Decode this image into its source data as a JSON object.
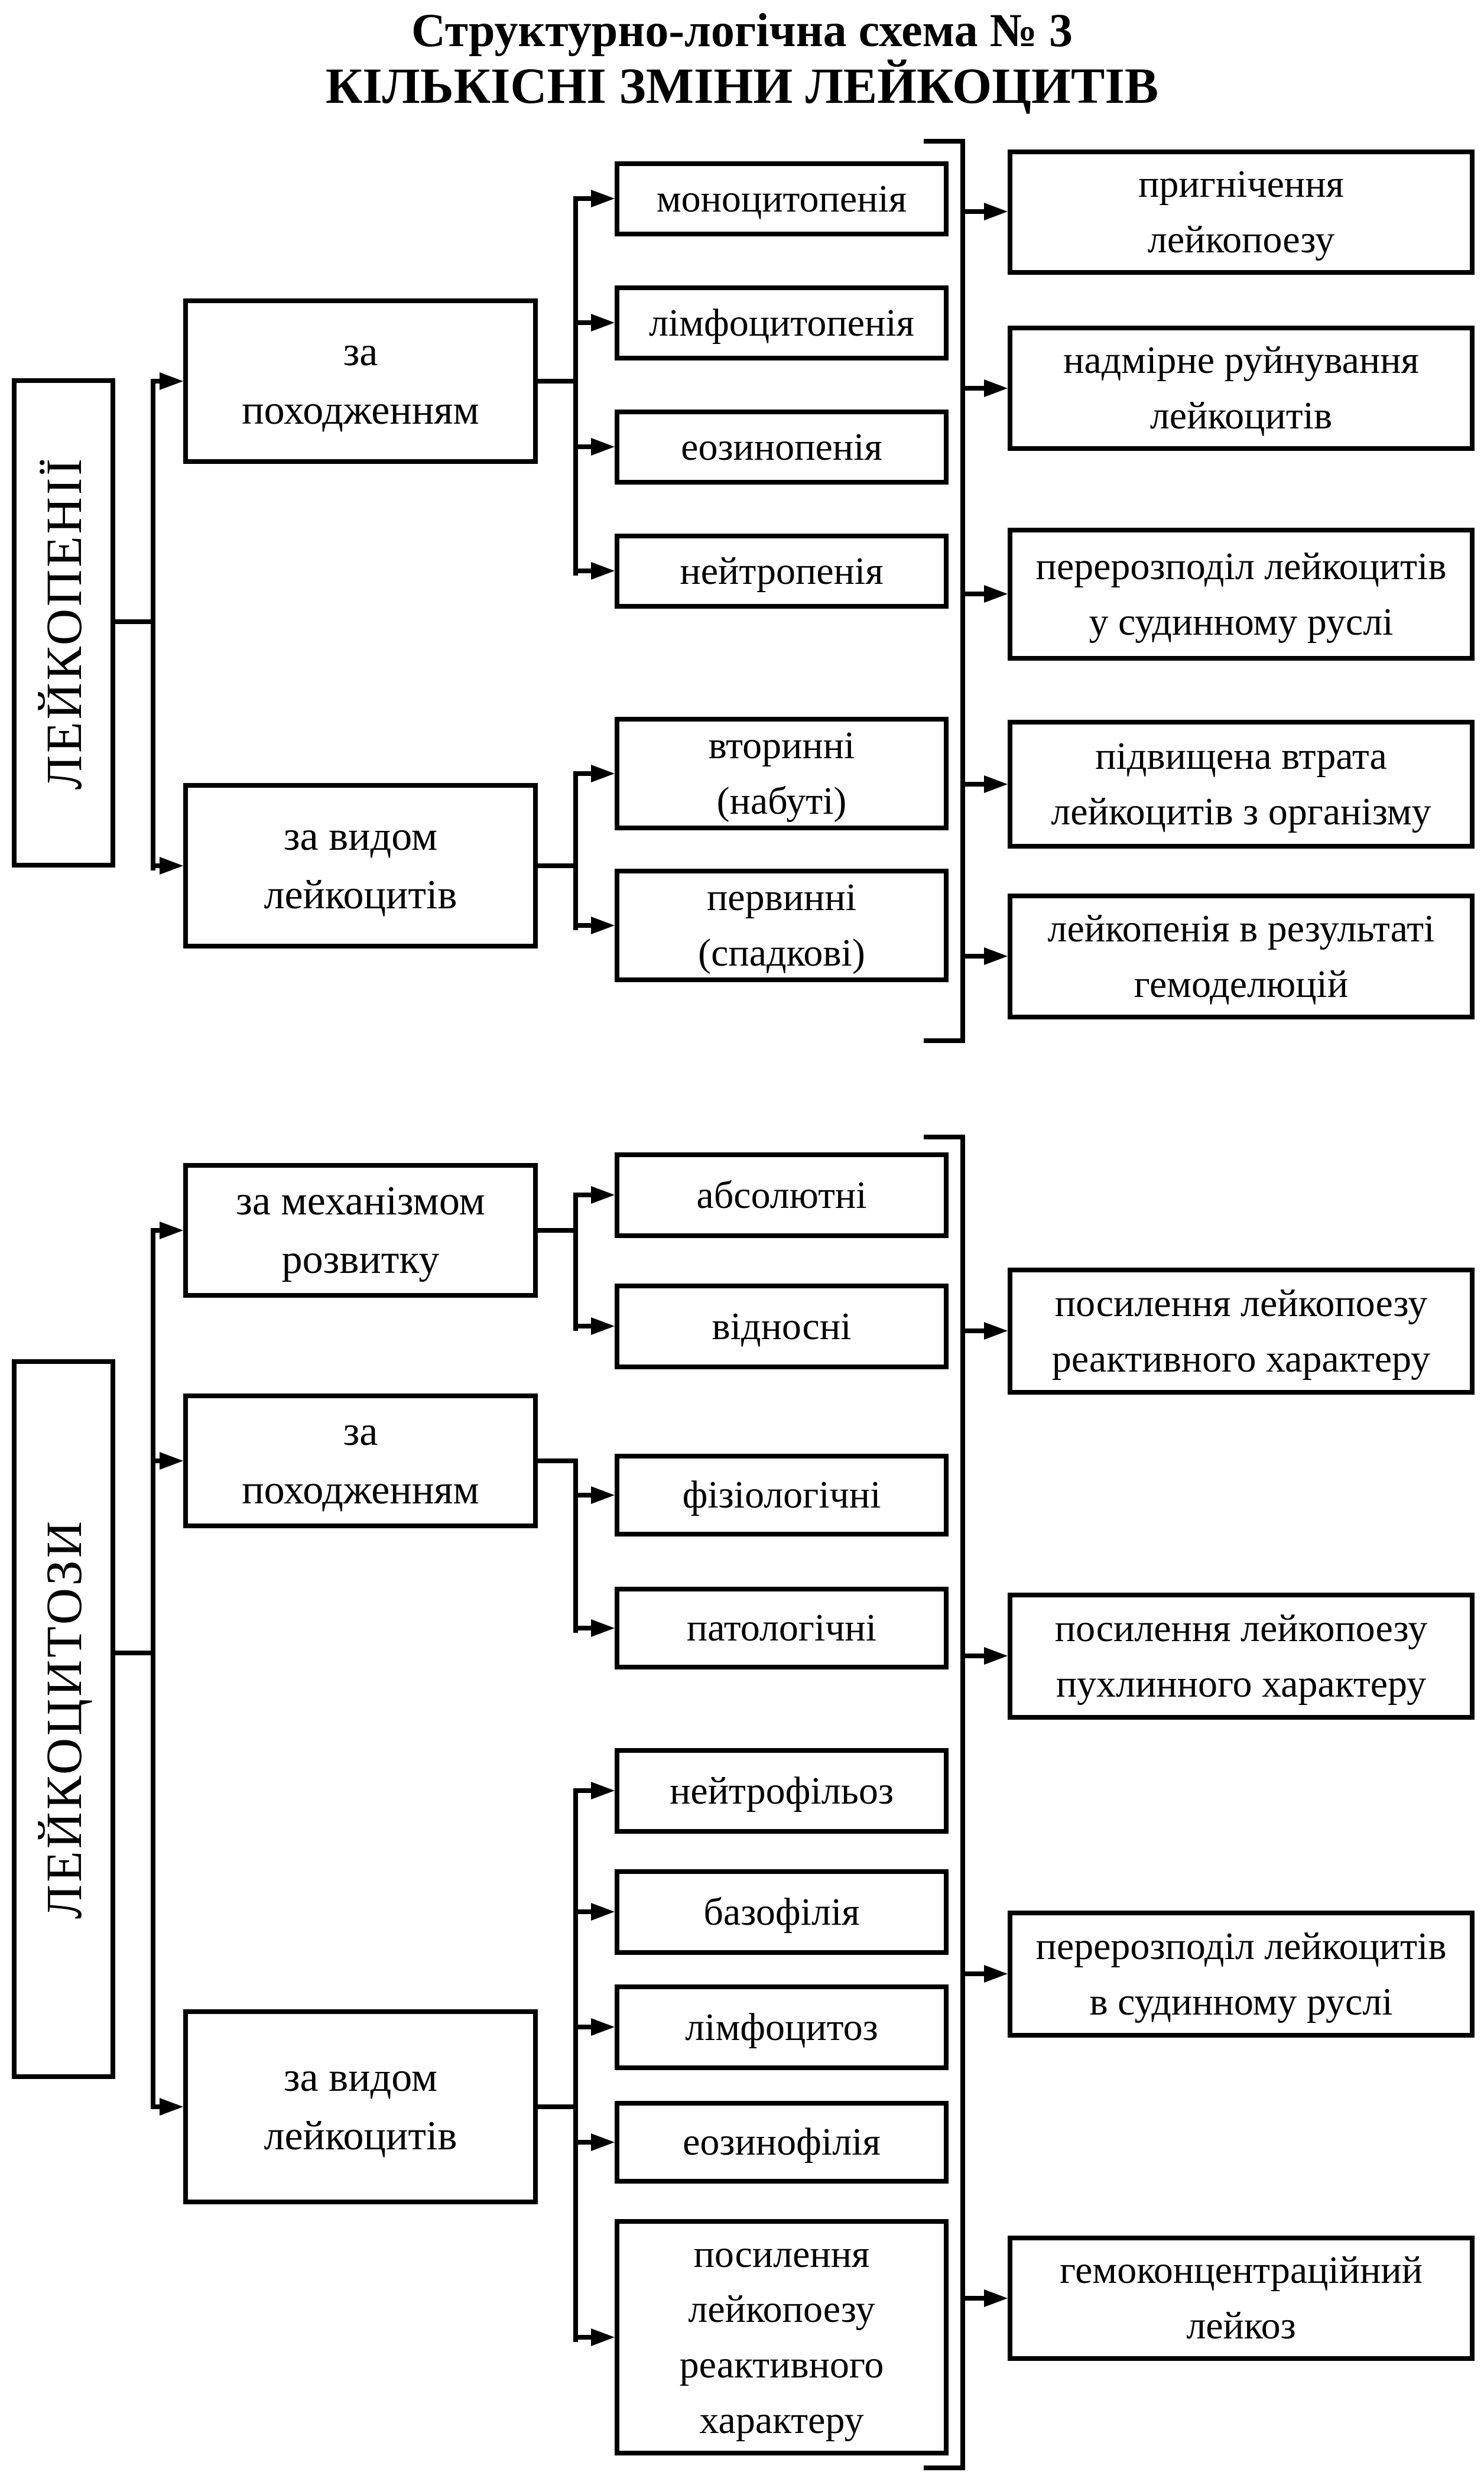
{
  "colors": {
    "background": "#ffffff",
    "foreground": "#000000"
  },
  "title": {
    "line1": "Структурно-логічна схема № 3",
    "line2": "КІЛЬКІСНІ ЗМІНИ ЛЕЙКОЦИТІВ"
  },
  "leukopenii_section": {
    "root_label": "ЛЕЙКОПЕНІЇ",
    "category_origin": "за\nпоходженням",
    "category_kind": "за видом\nлейкоцитів",
    "origin_types": {
      "monocytopenia": "моноцитопенія",
      "lymphocytopenia": "лімфоцитопенія",
      "eosinopenia": "еозинопенія",
      "neutropenia": "нейтропенія"
    },
    "kind_types": {
      "secondary": "вторинні\n(набуті)",
      "primary": "первинні\n(спадкові)"
    },
    "mechanisms": {
      "suppression": "пригнічення\nлейкопоезу",
      "destruction": "надмірне руйнування\nлейкоцитів",
      "redistribution": "перерозподіл лейкоцитів\nу судинному руслі",
      "loss": "підвищена втрата\nлейкоцитів з організму",
      "hemodilution": "лейкопенія в результаті\nгемоделюцій"
    }
  },
  "leukocytozy_section": {
    "root_label": "ЛЕЙКОЦИТОЗИ",
    "category_mechanism": "за механізмом\nрозвитку",
    "category_origin": "за\nпоходженням",
    "category_kind": "за видом\nлейкоцитів",
    "mechanism_types": {
      "absolute": "абсолютні",
      "relative": "відносні"
    },
    "origin_types": {
      "physiological": "фізіологічні",
      "pathological": "патологічні"
    },
    "kind_types": {
      "neutrophilia": "нейтрофільоз",
      "basophilia": "базофілія",
      "lymphocytosis": "лімфоцитоз",
      "eosinophilia": "еозинофілія",
      "reactive_leukopoiesis": "посилення\nлейкопоезу\nреактивного\nхарактеру"
    },
    "mechanisms": {
      "reactive": "посилення лейкопоезу\nреактивного характеру",
      "tumor": "посилення лейкопоезу\nпухлинного характеру",
      "redistribution": "перерозподіл лейкоцитів\nв судинному руслі",
      "hemoconcentration": "гемоконцентраційний\nлейкоз"
    }
  }
}
